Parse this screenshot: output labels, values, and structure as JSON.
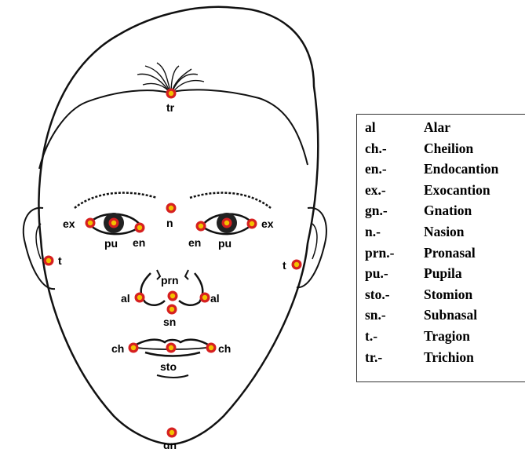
{
  "diagram": {
    "landmarks": [
      {
        "id": "tr",
        "label": "tr"
      },
      {
        "id": "n",
        "label": "n"
      },
      {
        "id": "ex-right",
        "label": "ex"
      },
      {
        "id": "pu-right",
        "label": "pu"
      },
      {
        "id": "en-right",
        "label": "en"
      },
      {
        "id": "en-left",
        "label": "en"
      },
      {
        "id": "pu-left",
        "label": "pu"
      },
      {
        "id": "ex-left",
        "label": "ex"
      },
      {
        "id": "t-right",
        "label": "t"
      },
      {
        "id": "t-left",
        "label": "t"
      },
      {
        "id": "prn",
        "label": "prn"
      },
      {
        "id": "al-right",
        "label": "al"
      },
      {
        "id": "al-left",
        "label": "al"
      },
      {
        "id": "sn",
        "label": "sn"
      },
      {
        "id": "ch-right",
        "label": "ch"
      },
      {
        "id": "ch-left",
        "label": "ch"
      },
      {
        "id": "sto",
        "label": "sto"
      },
      {
        "id": "gn",
        "label": "gn"
      }
    ],
    "marker_colors": {
      "outer": "#d62020",
      "inner": "#f2c200"
    }
  },
  "legend": {
    "items": [
      {
        "abbr": "al",
        "name": "Alar"
      },
      {
        "abbr": "ch.-",
        "name": "Cheilion"
      },
      {
        "abbr": "en.-",
        "name": "Endocantion"
      },
      {
        "abbr": "ex.-",
        "name": "Exocantion"
      },
      {
        "abbr": "gn.-",
        "name": "Gnation"
      },
      {
        "abbr": "n.-",
        "name": "Nasion"
      },
      {
        "abbr": "prn.-",
        "name": "Pronasal"
      },
      {
        "abbr": "pu.-",
        "name": "Pupila"
      },
      {
        "abbr": "sto.-",
        "name": "Stomion"
      },
      {
        "abbr": "sn.-",
        "name": "Subnasal"
      },
      {
        "abbr": "t.-",
        "name": "Tragion"
      },
      {
        "abbr": "tr.-",
        "name": "Trichion"
      }
    ]
  }
}
